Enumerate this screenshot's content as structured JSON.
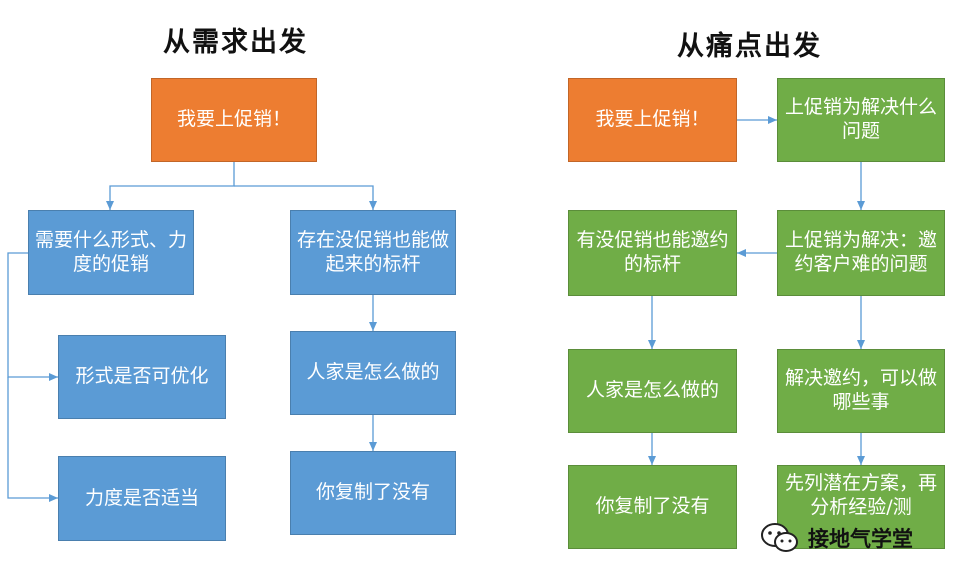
{
  "left": {
    "title": "从需求出发",
    "root": "我要上促销！",
    "branch_a": "需要什么形式、力度的促销",
    "branch_b": "存在没促销也能做起来的标杆",
    "a1": "形式是否可优化",
    "a2": "力度是否适当",
    "b1": "人家是怎么做的",
    "b2": "你复制了没有"
  },
  "right": {
    "title": "从痛点出发",
    "root": "我要上促销！",
    "why": "上促销为解决什么问题",
    "solve": "上促销为解决：邀约客户难的问题",
    "benchmark": "有没促销也能邀约的标杆",
    "how_solve": "解决邀约，可以做哪些事",
    "others": "人家是怎么做的",
    "copied": "你复制了没有",
    "plan": "先列潜在方案，再分析经验/测"
  },
  "watermark": {
    "label": "接地气学堂",
    "icon": "wechat-icon"
  },
  "colors": {
    "orange": "#ed7d31",
    "blue": "#5b9bd5",
    "green": "#70ad47",
    "arrow": "#5b9bd5"
  }
}
